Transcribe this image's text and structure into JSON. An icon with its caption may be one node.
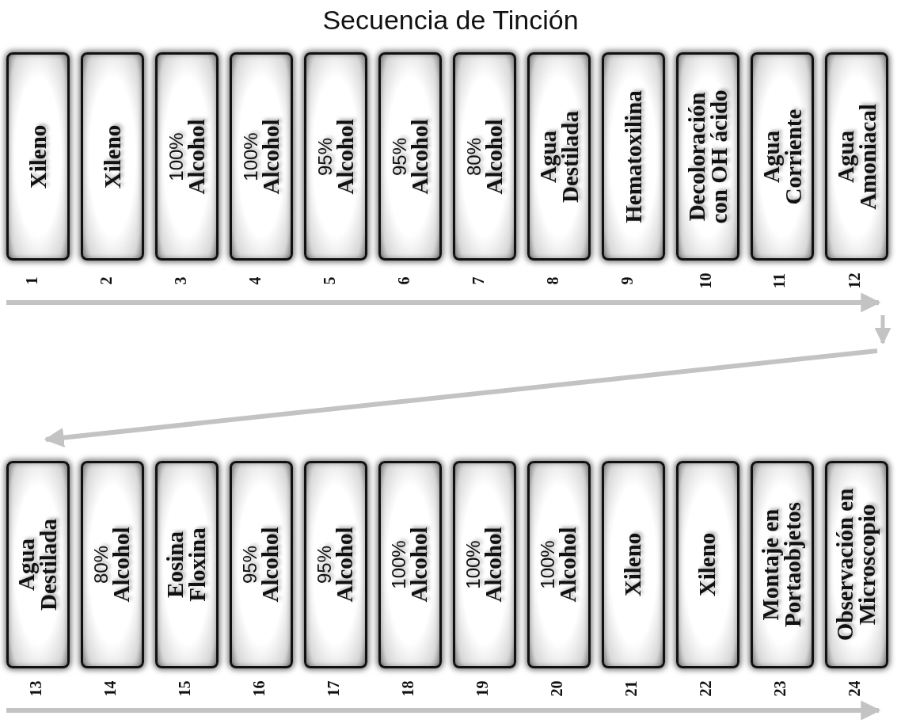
{
  "diagram": {
    "title": "Secuencia de Tinción",
    "nodes": [
      {
        "text": [
          "Xileno"
        ],
        "beside": [
          "1"
        ]
      },
      {
        "text": [
          "Xileno"
        ],
        "beside": [
          "2"
        ]
      },
      {
        "text": [
          "100%",
          "Alcohol"
        ],
        "beside": [
          "3"
        ]
      },
      {
        "text": [
          "100%",
          "Alcohol"
        ],
        "beside": [
          "4"
        ]
      },
      {
        "text": [
          "95%",
          "Alcohol"
        ],
        "beside": [
          "5"
        ]
      },
      {
        "text": [
          "95%",
          "Alcohol"
        ],
        "beside": [
          "6"
        ]
      },
      {
        "text": [
          "80%",
          "Alcohol"
        ],
        "beside": [
          "7"
        ]
      },
      {
        "text": [
          "Agua Destilada"
        ],
        "beside": [
          "8"
        ]
      },
      {
        "text": [
          "Hematoxilina"
        ],
        "beside": [
          "9"
        ]
      },
      {
        "text": [
          "Decoloración con OH ácido"
        ],
        "beside": [
          "10"
        ]
      },
      {
        "text": [
          "Agua Corriente"
        ],
        "beside": [
          "11"
        ]
      },
      {
        "text": [
          "Agua Amoniacal"
        ],
        "beside": [
          "12"
        ]
      },
      {
        "text": [
          "Agua Destilada"
        ],
        "beside": [
          "13"
        ]
      },
      {
        "text": [
          "80%",
          "Alcohol"
        ],
        "beside": [
          "14"
        ]
      },
      {
        "text": [
          "Eosina Floxina"
        ],
        "beside": [
          "15"
        ]
      },
      {
        "text": [
          "95%",
          "Alcohol"
        ],
        "beside": [
          "16"
        ]
      },
      {
        "text": [
          "95%",
          "Alcohol"
        ],
        "beside": [
          "17"
        ]
      },
      {
        "text": [
          "100%",
          "Alcohol"
        ],
        "beside": [
          "18"
        ]
      },
      {
        "text": [
          "100%",
          "Alcohol"
        ],
        "beside": [
          "19"
        ]
      },
      {
        "text": [
          "100%",
          "Alcohol"
        ],
        "beside": [
          "20"
        ]
      },
      {
        "text": [
          "Xileno"
        ],
        "beside": [
          "21"
        ]
      },
      {
        "text": [
          "Xileno"
        ],
        "beside": [
          "22"
        ]
      },
      {
        "text": [
          "Montaje en Portaobjetos"
        ],
        "beside": [
          "23"
        ]
      },
      {
        "text": [
          "Observación en Microscopio"
        ],
        "beside": [
          "24"
        ]
      }
    ]
  }
}
